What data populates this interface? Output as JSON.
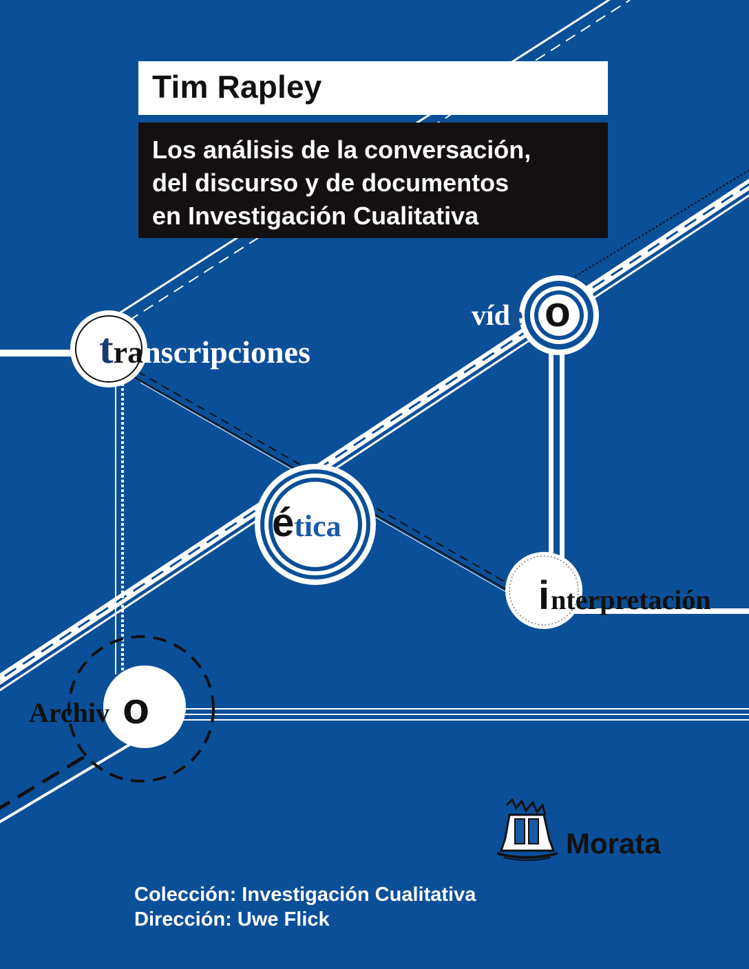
{
  "book": {
    "author": "Tim Rapley",
    "title_lines": [
      "Los análisis de la conversación,",
      "del discurso y de documentos",
      "en Investigación Cualitativa"
    ],
    "publisher": "Morata",
    "collection": "Colección: Investigación Cualitativa",
    "direction": "Dirección: Uwe Flick"
  },
  "keywords": {
    "transcripciones": {
      "first": "t",
      "rest_dark": "ra",
      "rest_light": "nscripciones"
    },
    "video": {
      "start": "víd",
      "dark": "e",
      "big": "o"
    },
    "etica": {
      "first": "é",
      "rest": "tica"
    },
    "interpretacion": {
      "first": "i",
      "rest": "nterpretación"
    },
    "archivo": {
      "text": "Archiv",
      "big": "o"
    }
  },
  "colors": {
    "background": "#0b4f98",
    "title_box": "#141011",
    "author_box": "#ffffff",
    "accent_text": "#ffffff",
    "dark_text": "#111111"
  },
  "icons": [
    "publisher-logo-icon"
  ]
}
